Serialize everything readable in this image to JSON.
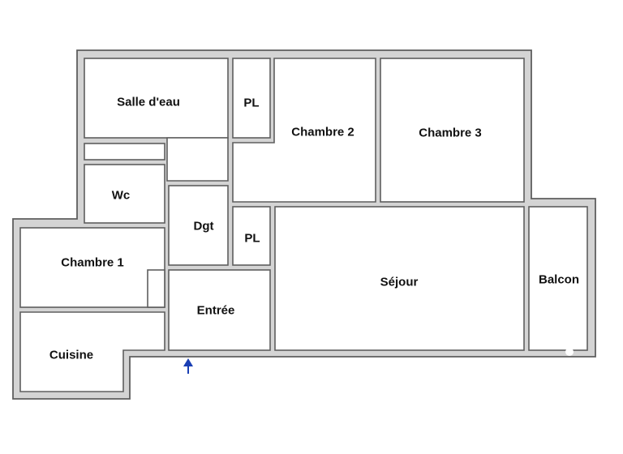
{
  "rooms": {
    "salle_deau": "Salle d'eau",
    "pl_top": "PL",
    "chambre2": "Chambre 2",
    "chambre3": "Chambre 3",
    "wc": "Wc",
    "dgt": "Dgt",
    "pl_mid": "PL",
    "chambre1": "Chambre 1",
    "sejour": "Séjour",
    "balcon": "Balcon",
    "entree": "Entrée",
    "cuisine": "Cuisine"
  },
  "colors": {
    "wall": "#d4d4d4",
    "wall_edge": "#5e5e5e",
    "room": "#ffffff",
    "entry_arrow": "#1a3fb4"
  },
  "icons": {
    "entry": "arrow-up-icon"
  }
}
